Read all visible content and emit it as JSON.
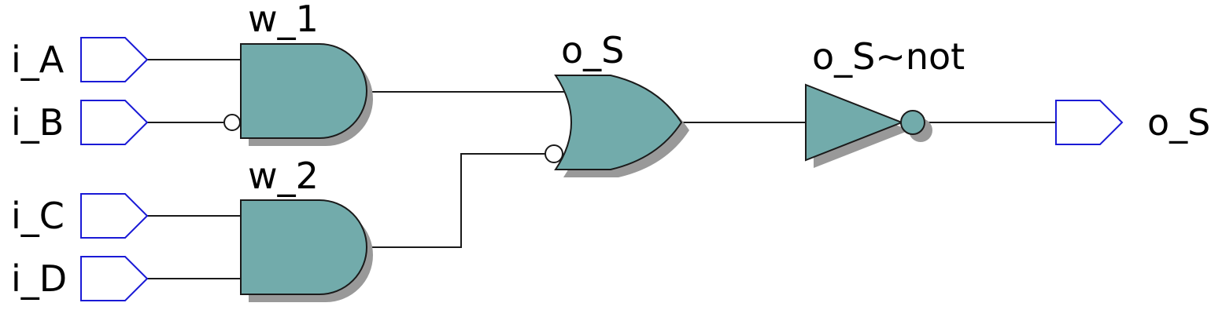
{
  "colors": {
    "gate_fill": "#72abab",
    "shadow": "#999999",
    "port_stroke": "#1a1ad6",
    "wire": "#1a1a1a",
    "label": "#000000",
    "background": "#ffffff"
  },
  "inputs": {
    "a": "i_A",
    "b": "i_B",
    "c": "i_C",
    "d": "i_D"
  },
  "gates": {
    "and1": {
      "type": "and",
      "label": "w_1",
      "inverted_input": "i_B"
    },
    "and2": {
      "type": "and",
      "label": "w_2"
    },
    "or1": {
      "type": "or",
      "label": "o_S",
      "inverted_input": "w_2"
    },
    "not1": {
      "type": "not",
      "label": "o_S~not"
    }
  },
  "outputs": {
    "s": "o_S"
  },
  "connections": [
    {
      "from": "i_A",
      "to": "w_1"
    },
    {
      "from": "i_B",
      "to": "w_1"
    },
    {
      "from": "i_C",
      "to": "w_2"
    },
    {
      "from": "i_D",
      "to": "w_2"
    },
    {
      "from": "w_1",
      "to": "o_S"
    },
    {
      "from": "w_2",
      "to": "o_S"
    },
    {
      "from": "o_S",
      "to": "o_S~not"
    },
    {
      "from": "o_S~not",
      "to": "o_S"
    }
  ]
}
